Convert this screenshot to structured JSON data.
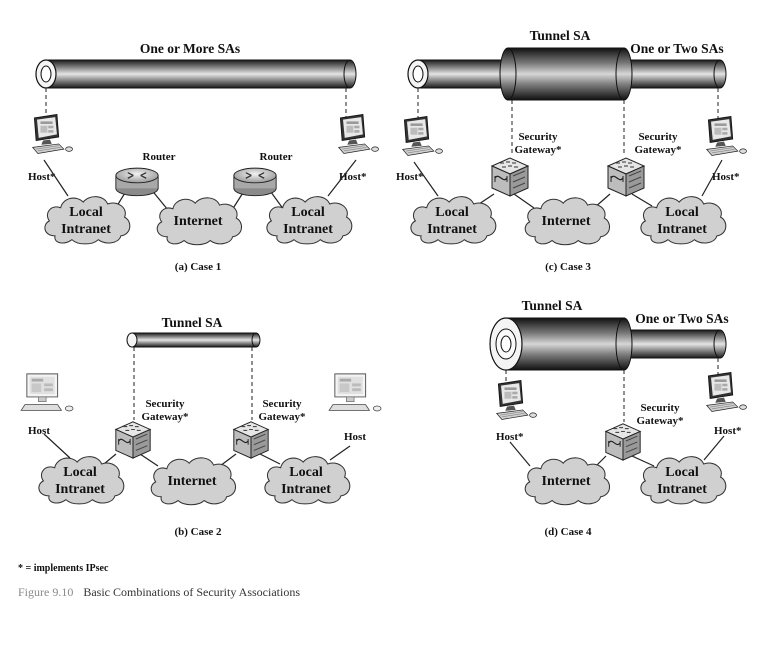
{
  "legend": "* = implements IPsec",
  "figure": {
    "label": "Figure 9.10",
    "title": "Basic Combinations of Security Associations"
  },
  "case1": {
    "caption": "(a) Case 1",
    "pipe_label": "One or More SAs",
    "host_left": "Host*",
    "host_right": "Host*",
    "router_left": "Router",
    "router_right": "Router",
    "cloud_left": [
      "Local",
      "Intranet"
    ],
    "cloud_mid": "Internet",
    "cloud_right": [
      "Local",
      "Intranet"
    ]
  },
  "case2": {
    "caption": "(b) Case 2",
    "pipe_label": "Tunnel SA",
    "host_left": "Host",
    "host_right": "Host",
    "gw_left": [
      "Security",
      "Gateway*"
    ],
    "gw_right": [
      "Security",
      "Gateway*"
    ],
    "cloud_left": [
      "Local",
      "Intranet"
    ],
    "cloud_mid": "Internet",
    "cloud_right": [
      "Local",
      "Intranet"
    ]
  },
  "case3": {
    "caption": "(c) Case 3",
    "outer_pipe_label": "Tunnel SA",
    "inner_pipe_label": "One or Two SAs",
    "host_left": "Host*",
    "host_right": "Host*",
    "gw_left": [
      "Security",
      "Gateway*"
    ],
    "gw_right": [
      "Security",
      "Gateway*"
    ],
    "cloud_left": [
      "Local",
      "Intranet"
    ],
    "cloud_mid": "Internet",
    "cloud_right": [
      "Local",
      "Intranet"
    ]
  },
  "case4": {
    "caption": "(d) Case 4",
    "outer_pipe_label": "Tunnel SA",
    "inner_pipe_label": "One or Two SAs",
    "host_left": "Host*",
    "host_right": "Host*",
    "gw": [
      "Security",
      "Gateway*"
    ],
    "cloud_mid": "Internet",
    "cloud_right": [
      "Local",
      "Intranet"
    ]
  }
}
